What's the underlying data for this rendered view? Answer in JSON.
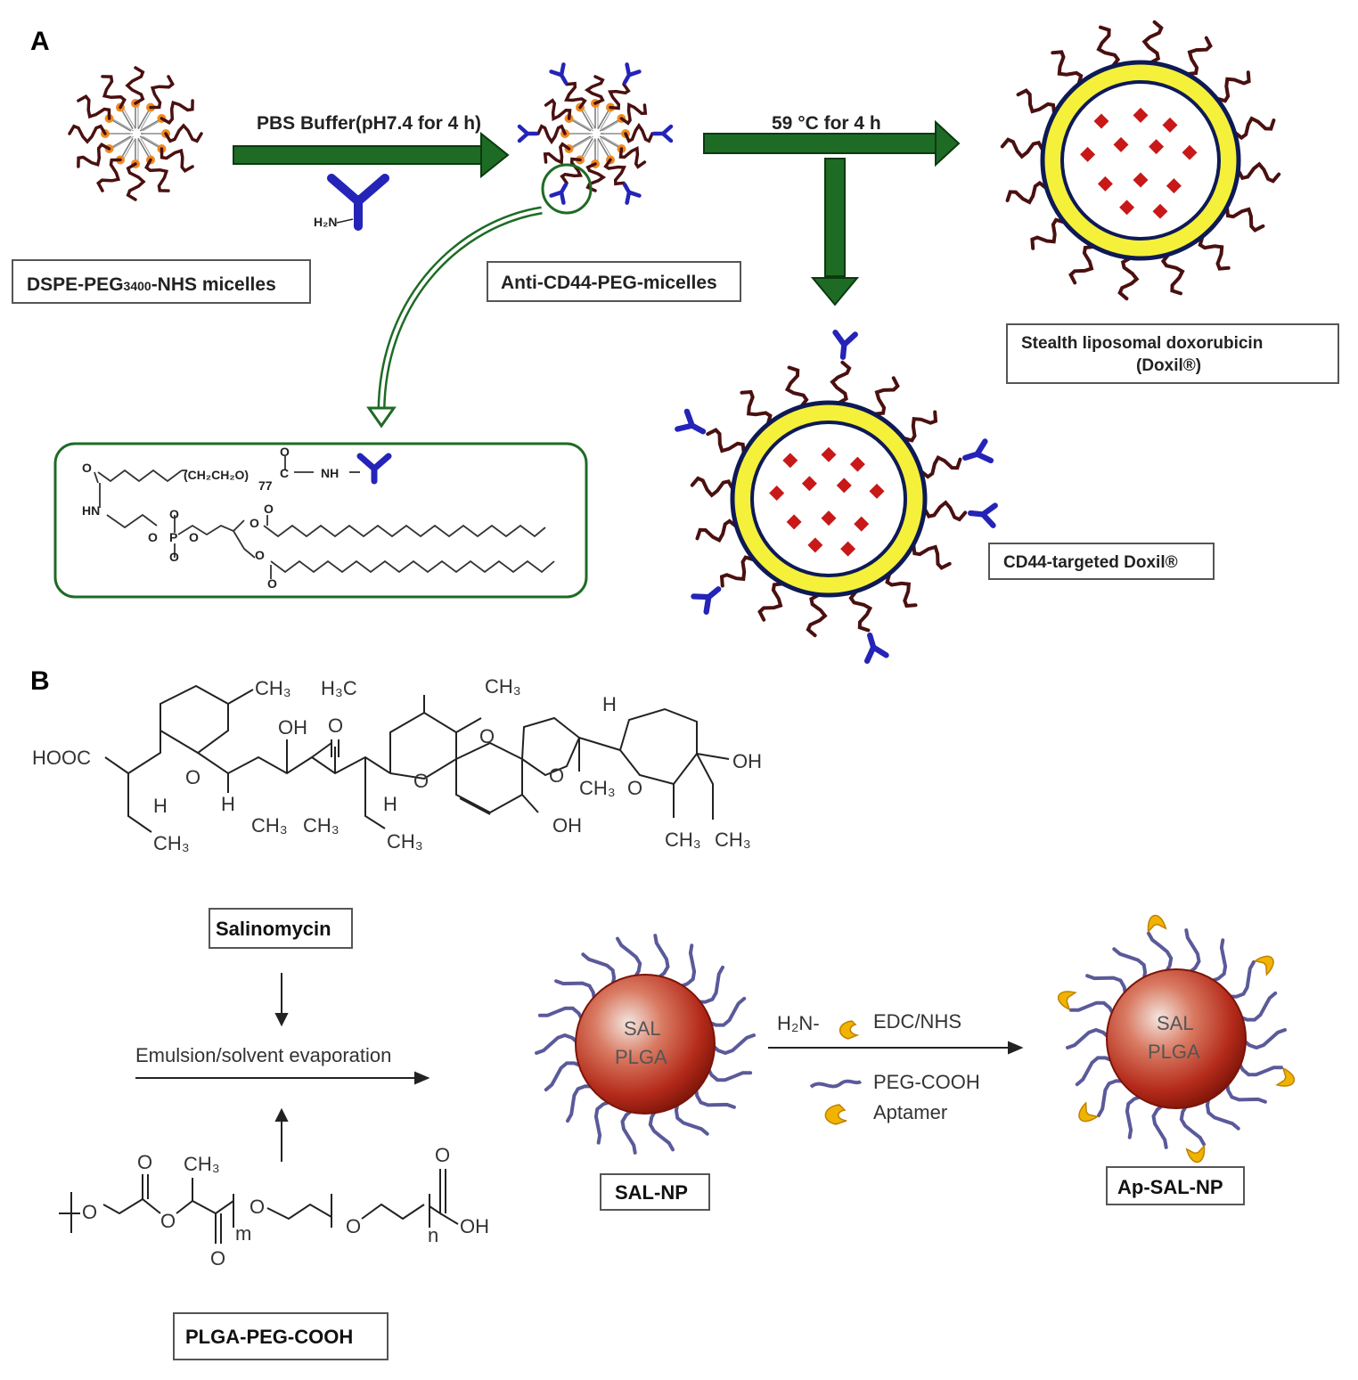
{
  "panel_a": {
    "letter": "A",
    "step1_label": "PBS Buffer(pH7.4 for 4 h)",
    "amine_label": "H₂N",
    "step2_label": "59 °C for 4 h",
    "micelles_label_main": "DSPE-PEG",
    "micelles_label_sub": "3400",
    "micelles_label_end": "-NHS micelles",
    "anti_label": "Anti-CD44-PEG-micelles",
    "stealth_label_line1": "Stealth liposomal doxorubicin",
    "stealth_label_line2": "(Doxil®)",
    "targeted_label": "CD44-targeted Doxil®",
    "struct": {
      "peg": "(CH₂CH₂O)",
      "peg_n": "77",
      "nh": "NH",
      "hn": "HN",
      "o": "O",
      "p": "P",
      "c": "C"
    }
  },
  "panel_b": {
    "letter": "B",
    "salinomycin_label": "Salinomycin",
    "process_label": "Emulsion/solvent evaporation",
    "plga_label": "PLGA-PEG-COOH",
    "salnp_label": "SAL-NP",
    "apsal_label": "Ap-SAL-NP",
    "core_line1": "SAL",
    "core_line2": "PLGA",
    "reagent_amine": "H₂N-",
    "reagent_edc": "EDC/NHS",
    "legend_peg": "PEG-COOH",
    "legend_aptamer": "Aptamer",
    "chem": {
      "hooc": "HOOC",
      "ch3": "CH₃",
      "h3c": "H₃C",
      "oh": "OH",
      "h": "H",
      "o": "O",
      "m": "m",
      "n": "n"
    }
  },
  "colors": {
    "arrow_green": "#1e6b25",
    "antibody_blue": "#2424b8",
    "lipid_yellow": "#f5f03a",
    "membrane_navy": "#0e1a55",
    "drug_red": "#c81818",
    "peg_brown": "#4a1010",
    "nanoparticle_red": "#b42a1a",
    "peg_purple": "#5a5a9a",
    "aptamer_yellow": "#f0b400"
  }
}
